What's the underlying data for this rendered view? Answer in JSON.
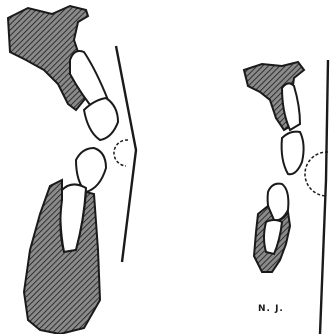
{
  "figure": {
    "initials": "N. J.",
    "colors": {
      "ink": "#1a1a1a",
      "paper": "#ffffff",
      "shade": "#6a6a6a"
    },
    "panels": [
      {
        "name": "left-profile",
        "description": "jaw-and-tooth-profile-with-angle-line"
      },
      {
        "name": "right-profile",
        "description": "jaw-and-tooth-profile-with-straight-line"
      }
    ]
  }
}
